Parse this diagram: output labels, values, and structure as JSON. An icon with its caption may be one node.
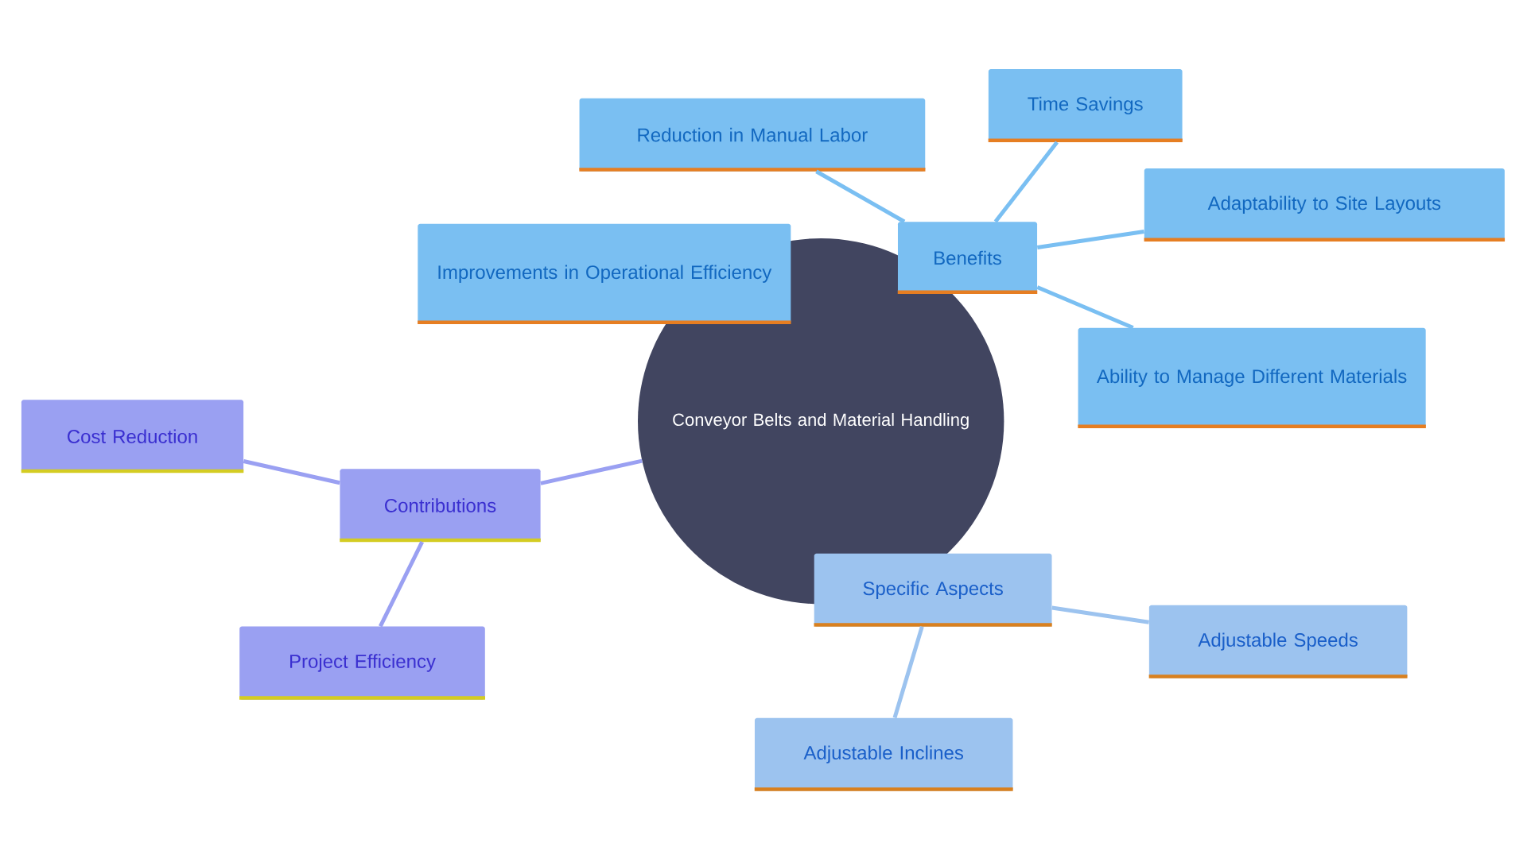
{
  "diagram": {
    "nodes": [
      {
        "text": [
          "Conveyor Belts and Material Handling"
        ]
      },
      {
        "text": [
          "Benefits"
        ]
      },
      {
        "text": [
          "Reduction in Manual Labor"
        ]
      },
      {
        "text": [
          "Time Savings"
        ]
      },
      {
        "text": [
          "Adaptability to Site Layouts"
        ]
      },
      {
        "text": [
          "Ability to Manage Different Materials"
        ]
      },
      {
        "text": [
          "Improvements in Operational Efficiency"
        ]
      },
      {
        "text": [
          "Contributions"
        ]
      },
      {
        "text": [
          "Cost Reduction"
        ]
      },
      {
        "text": [
          "Project Efficiency"
        ]
      },
      {
        "text": [
          "Specific Aspects"
        ]
      },
      {
        "text": [
          "Adjustable Speeds"
        ]
      },
      {
        "text": [
          "Adjustable Inclines"
        ]
      }
    ],
    "edges": [
      {
        "from": 1,
        "to": 2,
        "arrow": "none"
      },
      {
        "from": 1,
        "to": 3,
        "arrow": "none"
      },
      {
        "from": 1,
        "to": 4,
        "arrow": "none"
      },
      {
        "from": 1,
        "to": 5,
        "arrow": "none"
      },
      {
        "from": 0,
        "to": 7,
        "arrow": "none",
        "color": "#9aa0f2"
      },
      {
        "from": 7,
        "to": 8,
        "arrow": "none",
        "color": "#9aa0f2"
      },
      {
        "from": 7,
        "to": 9,
        "arrow": "none",
        "color": "#9aa0f2"
      },
      {
        "from": 10,
        "to": 11,
        "arrow": "none",
        "color": "#9cc3ef"
      },
      {
        "from": 10,
        "to": 12,
        "arrow": "none",
        "color": "#9cc3ef"
      }
    ]
  }
}
